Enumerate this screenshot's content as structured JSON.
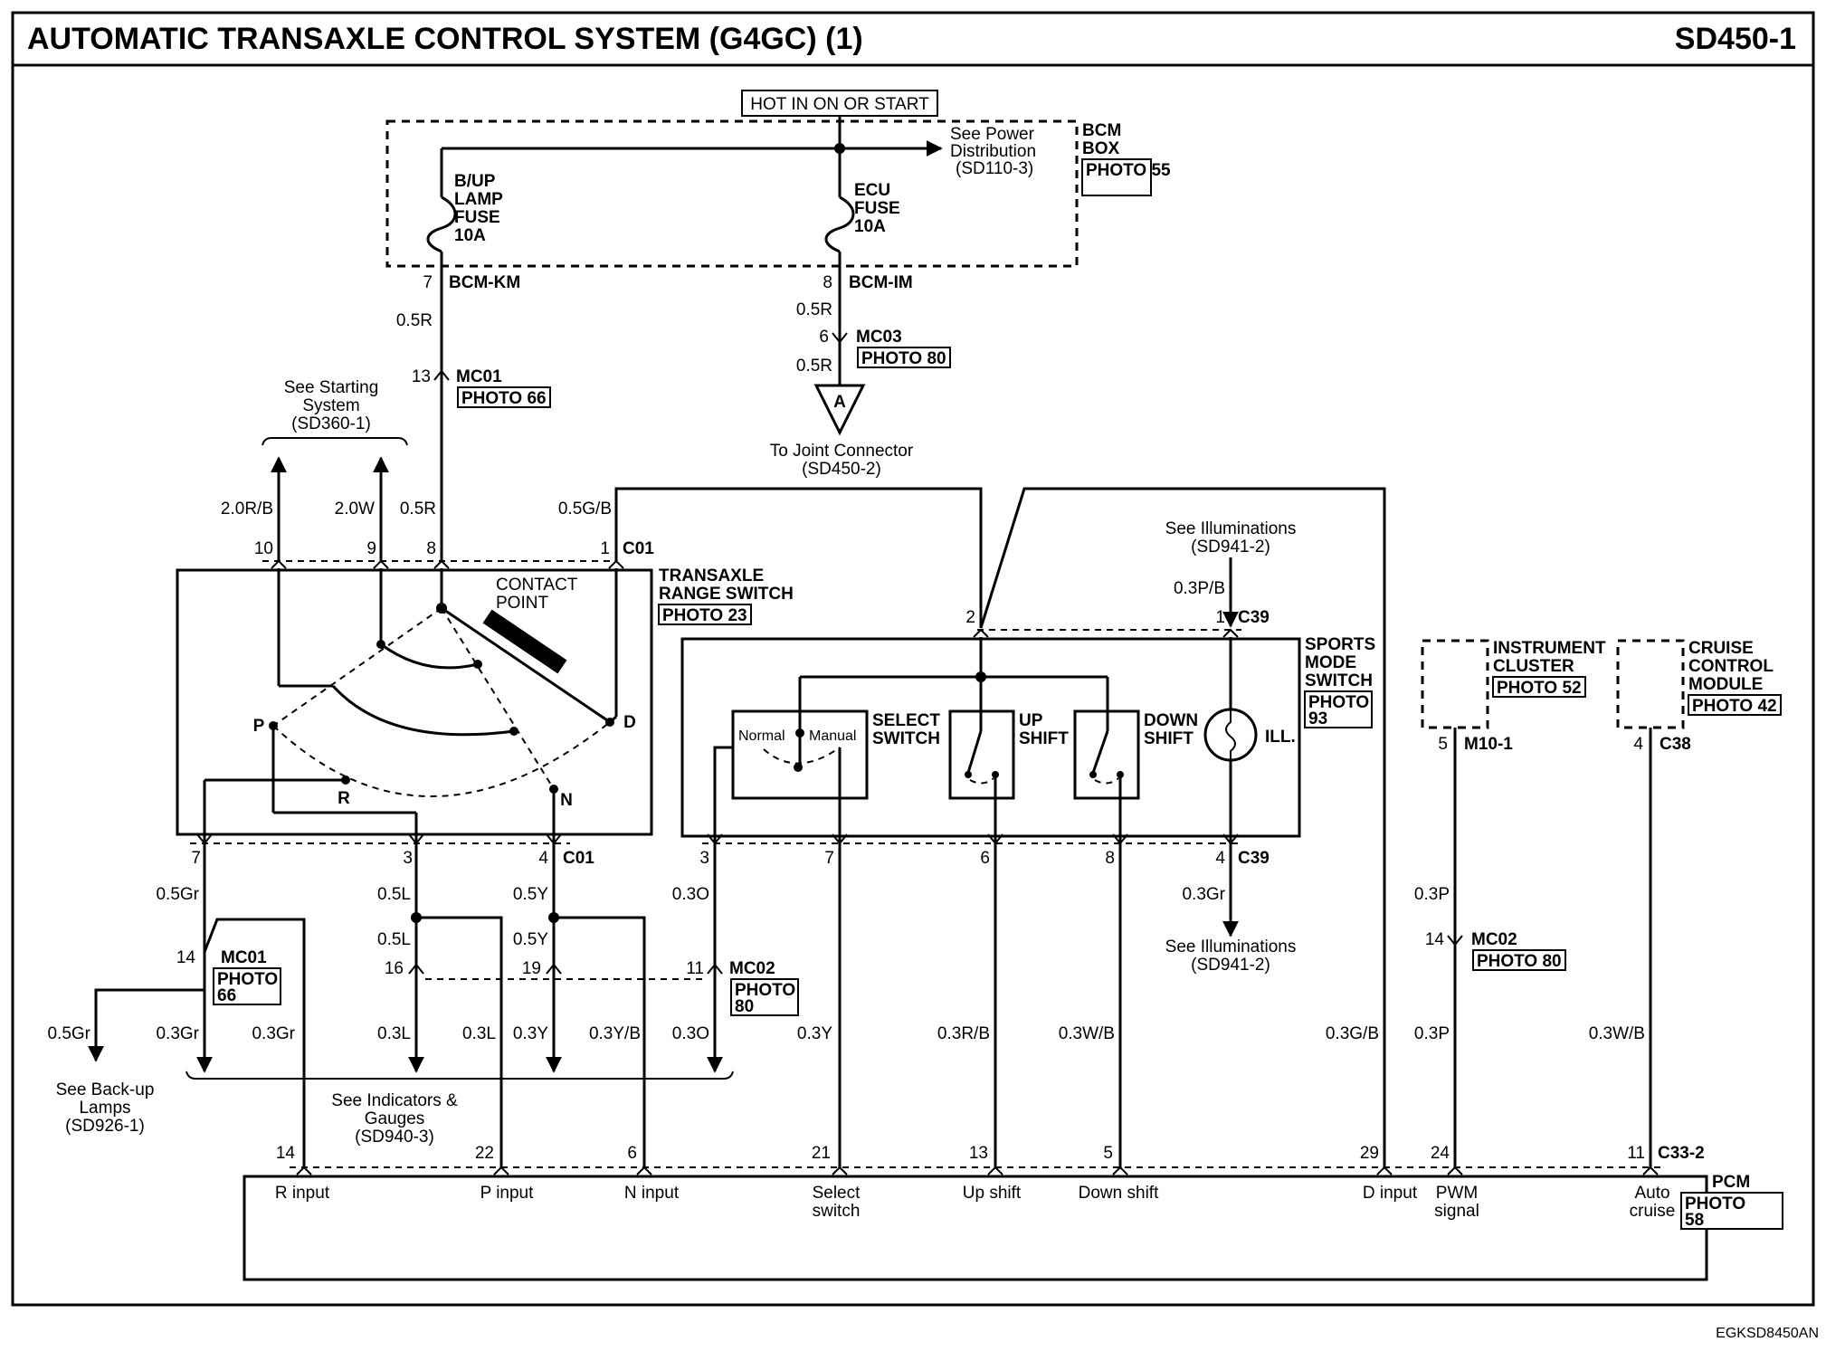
{
  "header": {
    "title": "AUTOMATIC TRANSAXLE CONTROL SYSTEM (G4GC) (1)",
    "code": "SD450-1",
    "footer_code": "EGKSD8450AN"
  },
  "bcm": {
    "hot_label": "HOT IN ON OR START",
    "box_label": [
      "BCM",
      "BOX"
    ],
    "photo": "PHOTO 55",
    "see_power": [
      "See Power",
      "Distribution",
      "(SD110-3)"
    ],
    "fuse_backup": [
      "B/UP",
      "LAMP",
      "FUSE",
      "10A"
    ],
    "fuse_ecu": [
      "ECU",
      "FUSE",
      "10A"
    ],
    "pin_left": "7",
    "conn_left": "BCM-KM",
    "pin_right": "8",
    "conn_right": "BCM-IM"
  },
  "wires": {
    "r05": "0.5R",
    "mc01_pin": "13",
    "mc01": "MC01",
    "photo66": "PHOTO 66",
    "mc03_pin": "6",
    "mc03": "MC03",
    "photo80": "PHOTO 80",
    "joint_symbol": "A",
    "joint_text": [
      "To Joint Connector",
      "(SD450-2)"
    ],
    "see_starting": [
      "See Starting",
      "System",
      "(SD360-1)"
    ],
    "w20rb": "2.0R/B",
    "w20w": "2.0W",
    "w05gb": "0.5G/B"
  },
  "trs": {
    "name": [
      "TRANSAXLE",
      "RANGE SWITCH"
    ],
    "photo": "PHOTO 23",
    "contact": [
      "CONTACT",
      "POINT"
    ],
    "pins_top": [
      "10",
      "9",
      "8",
      "1"
    ],
    "conn_top": "C01",
    "pins_bottom": [
      "7",
      "3",
      "4"
    ],
    "conn_bottom": "C01",
    "pos_p": "P",
    "pos_r": "R",
    "pos_n": "N",
    "pos_d": "D"
  },
  "sports": {
    "name": [
      "SPORTS",
      "MODE",
      "SWITCH"
    ],
    "photo": "PHOTO 93",
    "see_illum_top": [
      "See Illuminations",
      "(SD941-2)"
    ],
    "w03pb": "0.3P/B",
    "pin2": "2",
    "pin1": "1",
    "conn_top": "C39",
    "select": [
      "SELECT",
      "SWITCH"
    ],
    "normal": "Normal",
    "manual": "Manual",
    "up": [
      "UP",
      "SHIFT"
    ],
    "down": [
      "DOWN",
      "SHIFT"
    ],
    "ill": "ILL.",
    "pins_bottom": [
      "3",
      "7",
      "6",
      "8",
      "4"
    ],
    "conn_bottom": "C39",
    "w03gr": "0.3Gr",
    "see_illum_bottom": [
      "See Illuminations",
      "(SD941-2)"
    ]
  },
  "lower": {
    "w05gr": "0.5Gr",
    "w05l": "0.5L",
    "w05y": "0.5Y",
    "w03o": "0.3O",
    "mc01_pin": "14",
    "mc01": "MC01",
    "photo66": "PHOTO 66",
    "pin16": "16",
    "pin19": "19",
    "mc02_pin": "11",
    "mc02": "MC02",
    "photo80": "PHOTO 80",
    "w03gr": "0.3Gr",
    "w03l": "0.3L",
    "w03y": "0.3Y",
    "w03yb": "0.3Y/B",
    "w03rb": "0.3R/B",
    "w03wb": "0.3W/B",
    "w03gb": "0.3G/B",
    "w03p": "0.3P",
    "see_backup": [
      "See Back-up",
      "Lamps",
      "(SD926-1)"
    ],
    "see_indicators": [
      "See Indicators &",
      "Gauges",
      "(SD940-3)"
    ]
  },
  "modules": {
    "cluster": [
      "INSTRUMENT",
      "CLUSTER"
    ],
    "cluster_photo": "PHOTO 52",
    "cluster_pin": "5",
    "cluster_conn": "M10-1",
    "cruise": [
      "CRUISE",
      "CONTROL",
      "MODULE"
    ],
    "cruise_photo": "PHOTO 42",
    "cruise_pin": "4",
    "cruise_conn": "C38",
    "mc02_pin": "14",
    "mc02": "MC02",
    "photo80": "PHOTO 80"
  },
  "pcm": {
    "name": "PCM",
    "photo": "PHOTO 58",
    "pins": [
      "14",
      "22",
      "6",
      "21",
      "13",
      "5",
      "29",
      "24",
      "11"
    ],
    "conn": "C33-2",
    "inputs": {
      "r": "R input",
      "p": "P input",
      "n": "N input",
      "select": [
        "Select",
        "switch"
      ],
      "up": "Up shift",
      "down": "Down shift",
      "d": "D input",
      "pwm": [
        "PWM",
        "signal"
      ],
      "auto": [
        "Auto",
        "cruise"
      ]
    }
  }
}
